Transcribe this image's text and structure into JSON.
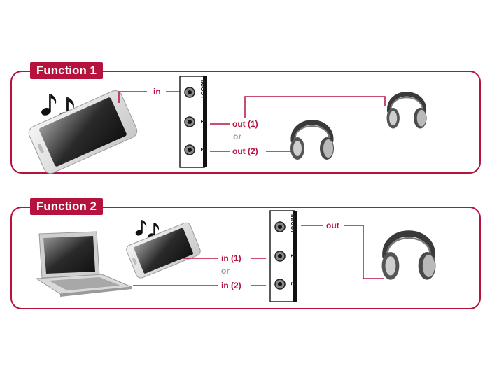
{
  "function1": {
    "title": "Function 1",
    "labels": {
      "in": "in",
      "out1": "out (1)",
      "or": "or",
      "out2": "out (2)"
    },
    "device_ports": {
      "top": "IN/OUT",
      "mid": "1",
      "bottom": "2"
    }
  },
  "function2": {
    "title": "Function 2",
    "labels": {
      "out": "out",
      "in1": "in (1)",
      "or": "or",
      "in2": "in (2)"
    },
    "device_ports": {
      "top": "IN/OUT",
      "mid": "1",
      "bottom": "2"
    }
  },
  "colors": {
    "accent": "#b5123e",
    "or_gray": "#9a9a9a"
  },
  "icons": [
    "smartphone-icon",
    "music-notes-icon",
    "headphones-icon",
    "laptop-icon",
    "audio-splitter-icon"
  ]
}
